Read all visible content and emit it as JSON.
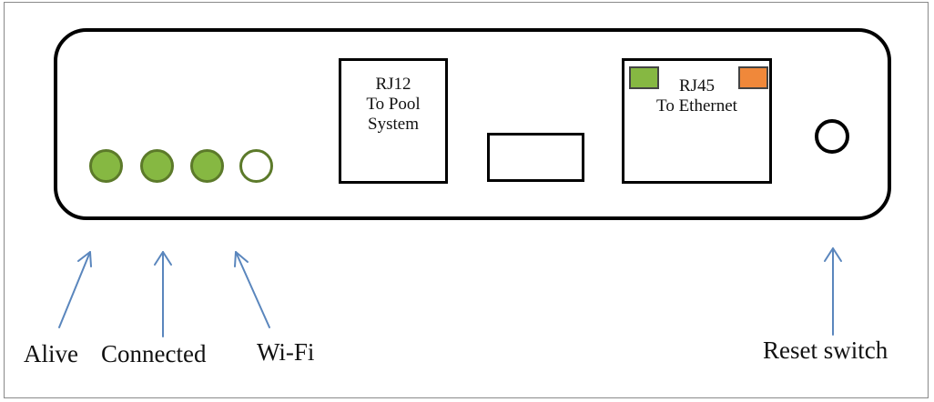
{
  "device": {
    "leds": [
      {
        "state": "on",
        "color": "#86b842"
      },
      {
        "state": "on",
        "color": "#86b842"
      },
      {
        "state": "on",
        "color": "#86b842"
      },
      {
        "state": "off",
        "color": "#ffffff"
      }
    ],
    "rj12_port": {
      "line1": "RJ12",
      "line2": "To Pool",
      "line3": "System"
    },
    "rj45_port": {
      "label": "RJ45",
      "sublabel": "To Ethernet",
      "left_indicator_color": "#86b842",
      "right_indicator_color": "#f0883a"
    }
  },
  "callouts": {
    "alive": "Alive",
    "connected": "Connected",
    "wifi": "Wi-Fi",
    "reset": "Reset switch"
  },
  "colors": {
    "outline": "#000000",
    "arrow": "#5a86bd"
  }
}
